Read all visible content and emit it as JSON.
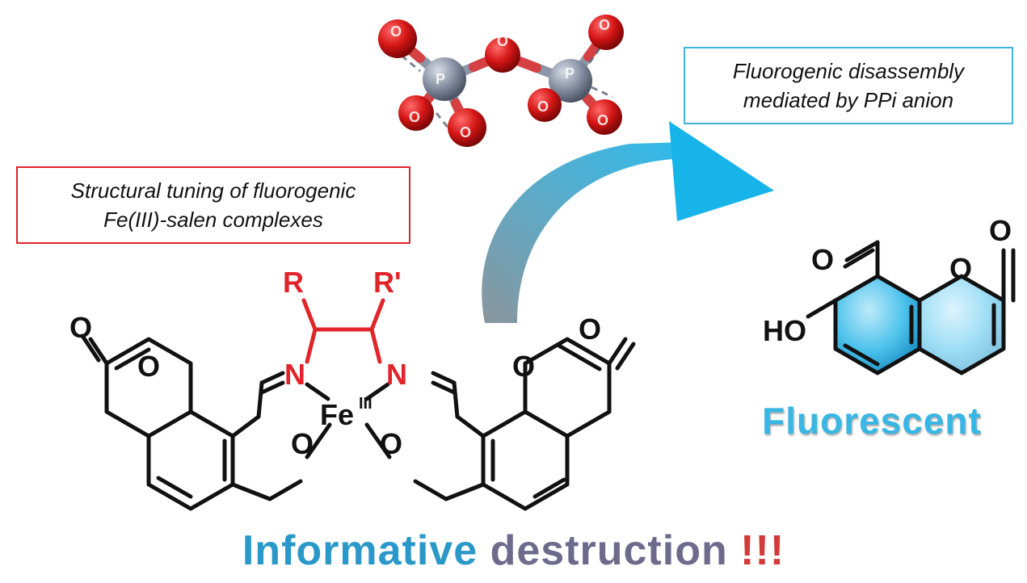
{
  "boxes": {
    "structural_line1": "Structural tuning of fluorogenic",
    "structural_line2": "Fe(III)-salen complexes",
    "disassembly_line1": "Fluorogenic disassembly",
    "disassembly_line2": "mediated by PPi anion"
  },
  "labels": {
    "fluorescent": "Fluorescent",
    "headline_part1": "Informative ",
    "headline_part2": "destruction",
    "headline_part3": " !!!"
  },
  "atoms": {
    "oxygen": "O",
    "nitrogen": "N",
    "phosphorus": "P",
    "iron": "Fe",
    "iron_oxidation": "III",
    "r": "R",
    "r_prime": "R'",
    "hydroxyl": "HO"
  },
  "colors": {
    "red_box": "#e0242a",
    "blue_box": "#3fb3dc",
    "fluorescent_ring": "#42bde8",
    "oxygen_sphere": "#d81c1c",
    "phosphorus_sphere": "#8a94a6",
    "linker": "#e0242a"
  }
}
